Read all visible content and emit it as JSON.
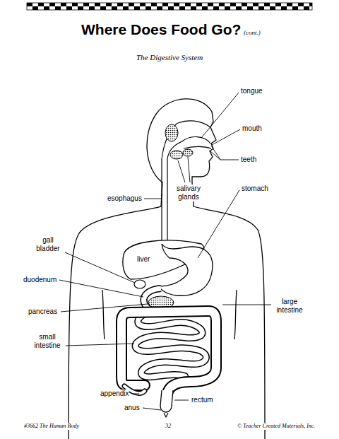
{
  "diagram": {
    "title": "Where Does Food Go?",
    "labels": [
      "(cont.)",
      "The Digestive System",
      "tongue",
      "mouth",
      "teeth",
      "salivary glands",
      "stomach",
      "esophagus",
      "gall bladder",
      "liver",
      "duodenum",
      "pancreas",
      "large intestine",
      "small intestine",
      "appendix",
      "rectum",
      "anus",
      "#3662 The Human Body",
      "32",
      "© Teacher Created Materials, Inc."
    ]
  }
}
